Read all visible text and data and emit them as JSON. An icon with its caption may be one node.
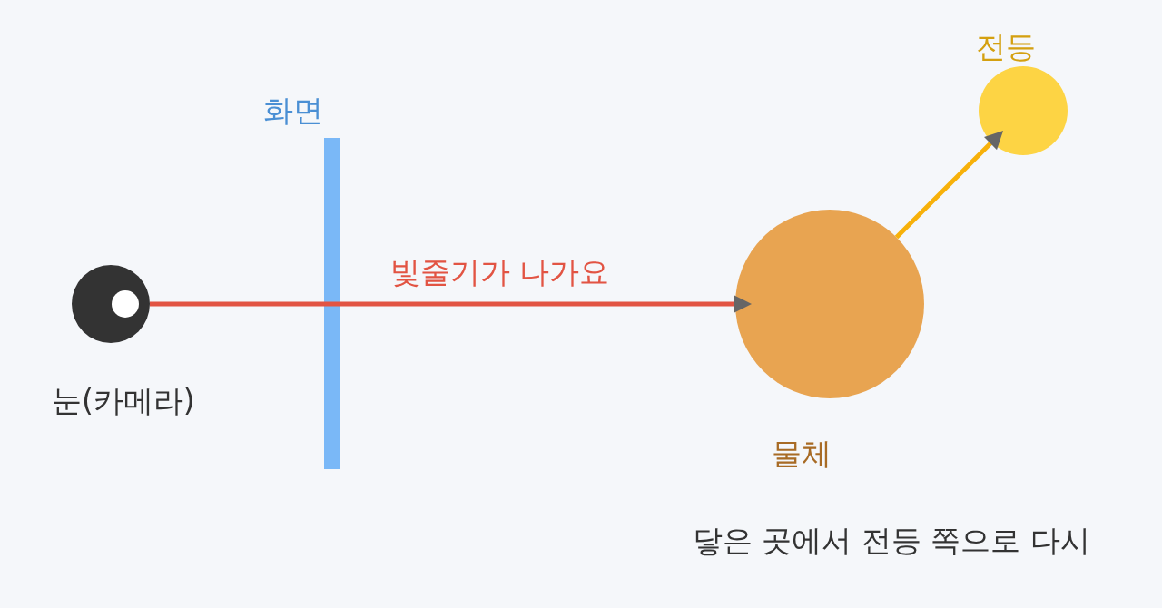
{
  "diagram": {
    "nodes": [
      {
        "text": [],
        "shape": "circle",
        "beside": [
          "눈(카메라)"
        ]
      },
      {
        "text": [],
        "shape": "bar",
        "beside": [
          "화면"
        ]
      },
      {
        "text": [],
        "shape": "circle",
        "beside": [
          "물체"
        ]
      },
      {
        "text": [],
        "shape": "circle",
        "beside": [
          "전등"
        ]
      }
    ],
    "edges": [
      {
        "from": 0,
        "to": 2,
        "arrow": "to",
        "label": "빛줄기가 나가요",
        "color": "#e25443"
      },
      {
        "from": 2,
        "to": 3,
        "arrow": "to",
        "color": "#f7b10a"
      }
    ],
    "labels": [
      "닿은 곳에서 전등 쪽으로 다시"
    ]
  }
}
